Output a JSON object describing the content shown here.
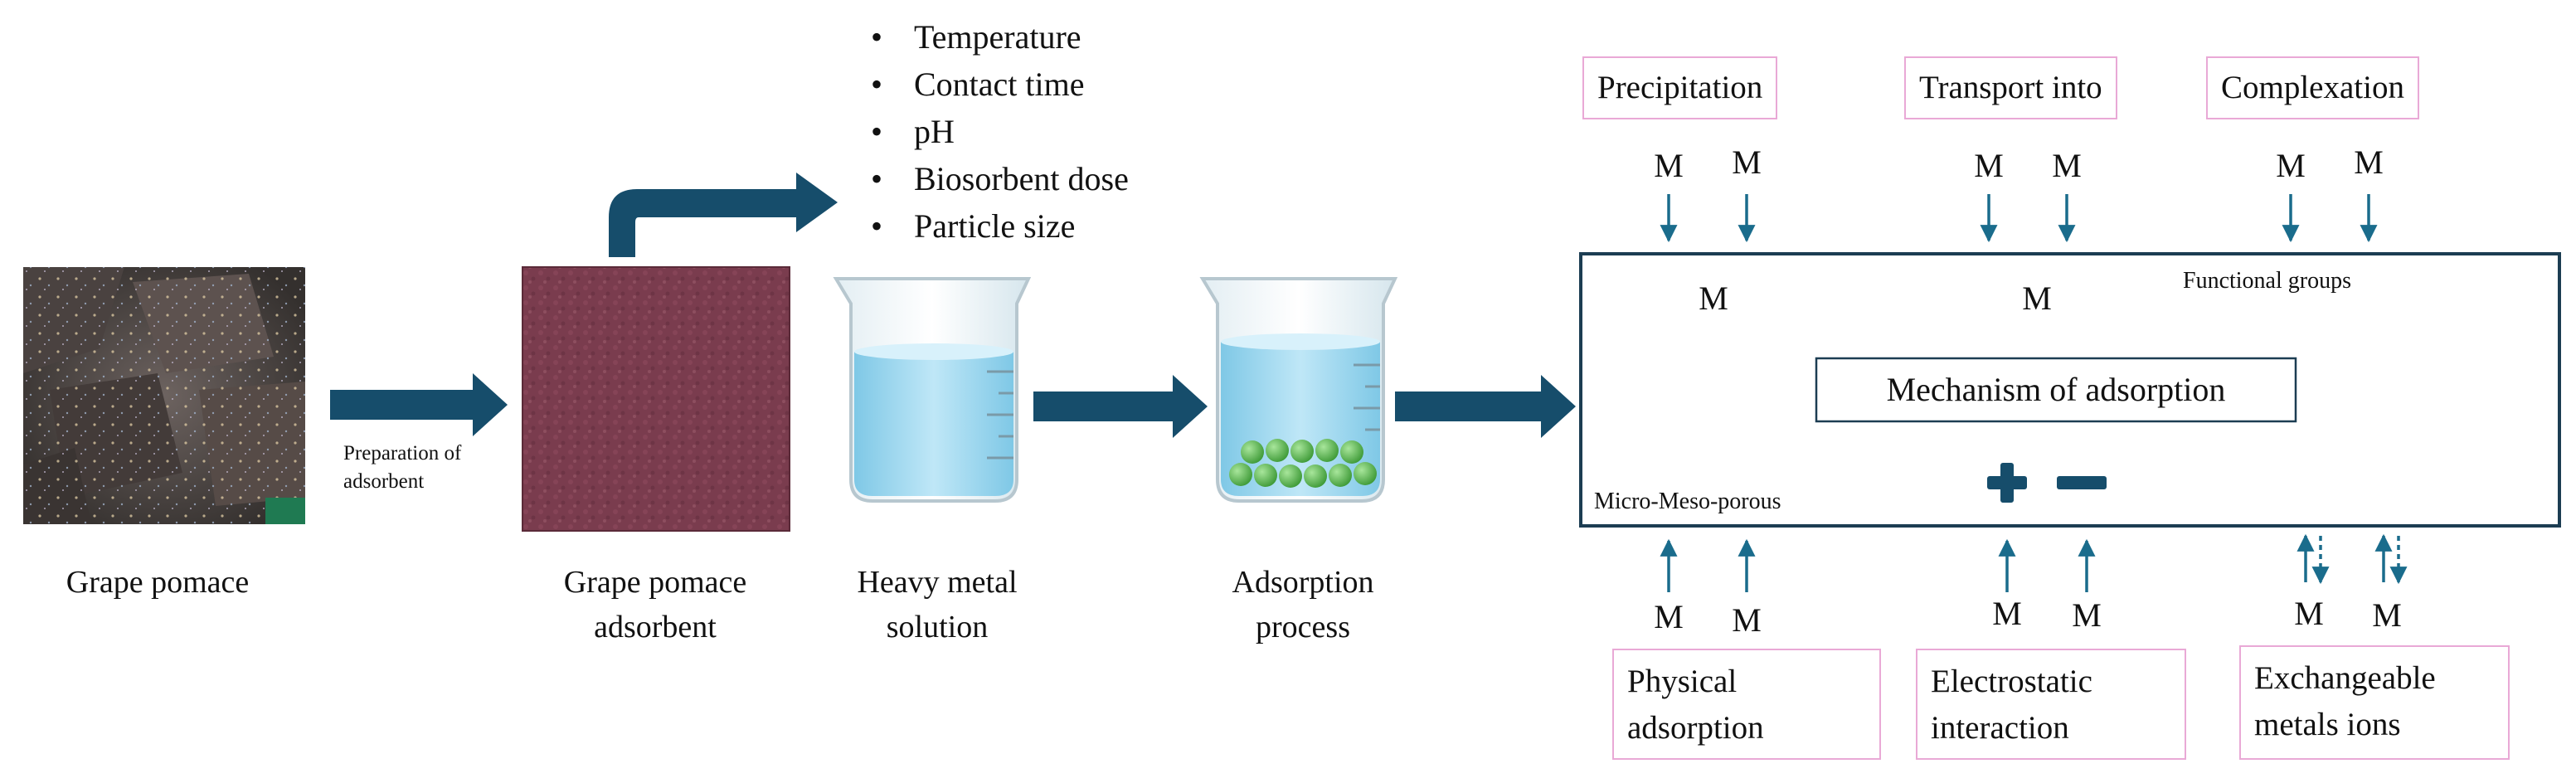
{
  "colors": {
    "arrow": "#164d6b",
    "small_arrow": "#1a6c8c",
    "pink_border": "#e9a9d6",
    "pomace": "#7a3c4e",
    "solution": "#a9dcf0",
    "beads": "#5cc055"
  },
  "steps": {
    "grape_pomace": "Grape pomace",
    "preparation_line1": "Preparation of",
    "preparation_line2": "adsorbent",
    "adsorbent_line1": "Grape pomace",
    "adsorbent_line2": "adsorbent",
    "solution_line1": "Heavy metal",
    "solution_line2": "solution",
    "process_line1": "Adsorption",
    "process_line2": "process"
  },
  "parameters": [
    "Temperature",
    "Contact time",
    "pH",
    "Biosorbent dose",
    "Particle size"
  ],
  "mechanism": {
    "title": "Mechanism of adsorption",
    "porous_label": "Micro-Meso-porous",
    "functional_groups": "Functional groups",
    "metal_symbol": "M",
    "top_boxes": [
      "Precipitation",
      "Transport into",
      "Complexation"
    ],
    "bottom_boxes": {
      "physical_1": "Physical",
      "physical_2": "adsorption",
      "electrostatic_1": "Electrostatic",
      "electrostatic_2": "interaction",
      "exchangeable_1": "Exchangeable",
      "exchangeable_2": "metals ions"
    }
  }
}
